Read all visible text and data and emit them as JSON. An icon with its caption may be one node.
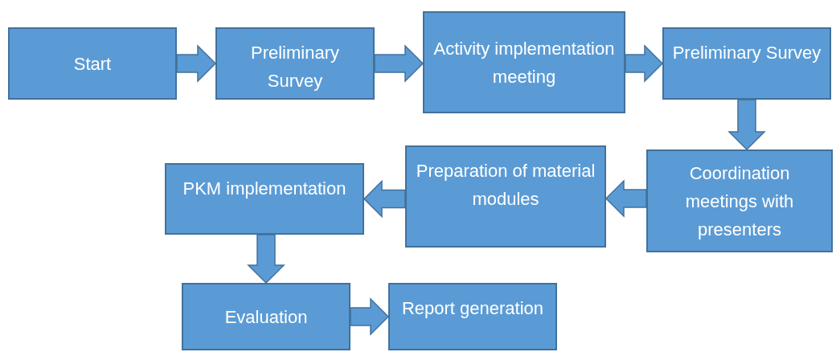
{
  "diagram": {
    "nodes": [
      {
        "text": [
          "Start"
        ]
      },
      {
        "text": [
          "Preliminary Survey"
        ]
      },
      {
        "text": [
          "Activity implementation meeting"
        ]
      },
      {
        "text": [
          "Preliminary Survey"
        ]
      },
      {
        "text": [
          "Coordination meetings with presenters"
        ]
      },
      {
        "text": [
          "Preparation of material modules"
        ]
      },
      {
        "text": [
          "PKM implementation"
        ]
      },
      {
        "text": [
          "Evaluation"
        ]
      },
      {
        "text": [
          "Report generation"
        ]
      }
    ],
    "edges": [
      {
        "from": 0,
        "to": 1,
        "arrow": "to"
      },
      {
        "from": 1,
        "to": 2,
        "arrow": "to"
      },
      {
        "from": 2,
        "to": 3,
        "arrow": "to"
      },
      {
        "from": 3,
        "to": 4,
        "arrow": "to"
      },
      {
        "from": 4,
        "to": 5,
        "arrow": "to"
      },
      {
        "from": 5,
        "to": 6,
        "arrow": "to"
      },
      {
        "from": 6,
        "to": 7,
        "arrow": "to"
      },
      {
        "from": 7,
        "to": 8,
        "arrow": "to"
      }
    ]
  }
}
